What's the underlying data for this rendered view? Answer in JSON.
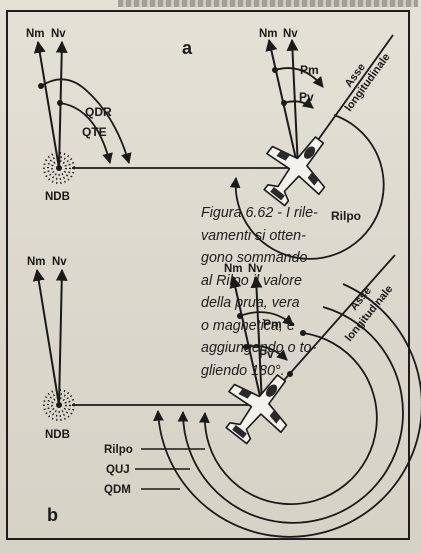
{
  "panels": {
    "a": {
      "letter": "a",
      "left_north": [
        "Nm",
        "Nv"
      ],
      "right_north": [
        "Nm",
        "Nv"
      ],
      "station": "NDB",
      "bearing_labels": [
        "QDR",
        "QTE"
      ],
      "heading_labels": [
        "Pm",
        "Pv"
      ],
      "relative_label": "Rilpo",
      "axis_label": [
        "Asse",
        "longitudinale"
      ]
    },
    "b": {
      "letter": "b",
      "left_north": [
        "Nm",
        "Nv"
      ],
      "right_north": [
        "Nm",
        "Nv"
      ],
      "station": "NDB",
      "heading_labels": [
        "Pm",
        "Pv"
      ],
      "bearing_labels": [
        "Rilpo",
        "QUJ",
        "QDM"
      ],
      "axis_label": [
        "Asse",
        "longitudinale"
      ]
    }
  },
  "caption": [
    "Figura 6.62 - I rile-",
    "vamenti si otten-",
    "gono sommando",
    "al Rilpo il valore",
    "della prua, vera",
    "o magnetica, e",
    "aggiungendo o to-",
    "gliendo 180°."
  ],
  "colors": {
    "ink": "#1a1a1a",
    "paper": "#dedad0"
  }
}
